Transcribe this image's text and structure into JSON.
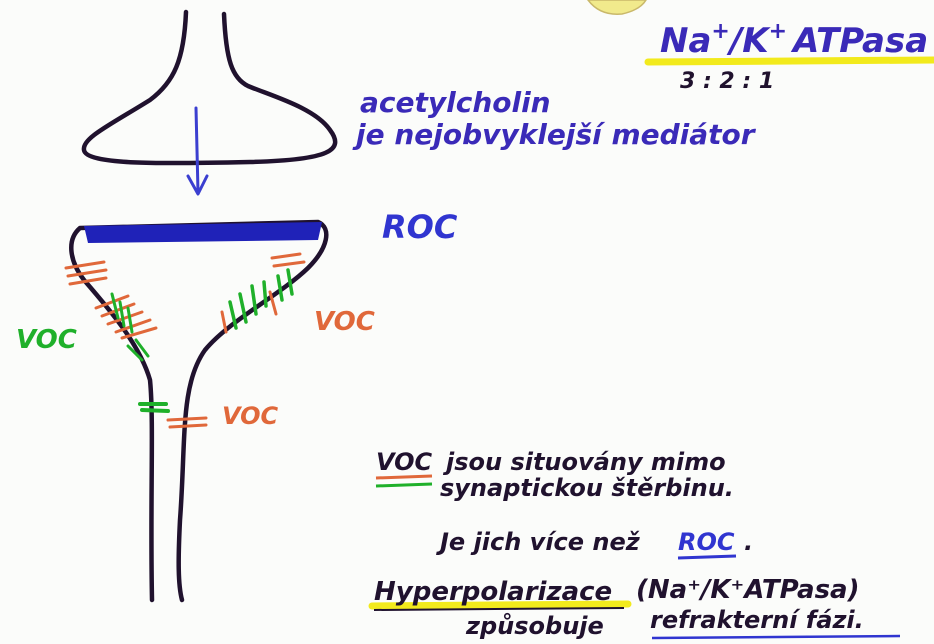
{
  "header": {
    "formula_prefix": "Na",
    "formula_ion_a_charge": "+",
    "formula_slash": "/K",
    "formula_ion_b_charge": "+",
    "formula_suffix": "ATPasa",
    "ratio": "3 : 2 : 1"
  },
  "labels": {
    "mediator_line1": "acetylcholin",
    "mediator_line2": "je nejobvyklejší mediátor",
    "roc": "ROC",
    "voc_left": "VOC",
    "voc_right": "VOC",
    "voc_stem": "VOC"
  },
  "notes": {
    "line1_term": "VOC",
    "line1_rest": "jsou situovány mimo",
    "line2": "synaptickou štěrbinu.",
    "line3_prefix": "Je jich více než",
    "line3_term": "ROC",
    "line3_end": ".",
    "line4_term": "Hyperpolarizace",
    "line4_paren": "(Na⁺/K⁺ATPasa)",
    "line5_causes": "způsobuje",
    "line5_rest": "refrakterní fázi."
  },
  "colors": {
    "outline": "#20122e",
    "blue": "#2a2ed0",
    "orange": "#e0683a",
    "green": "#1fb02a",
    "yellow": "#f2ea1c"
  }
}
